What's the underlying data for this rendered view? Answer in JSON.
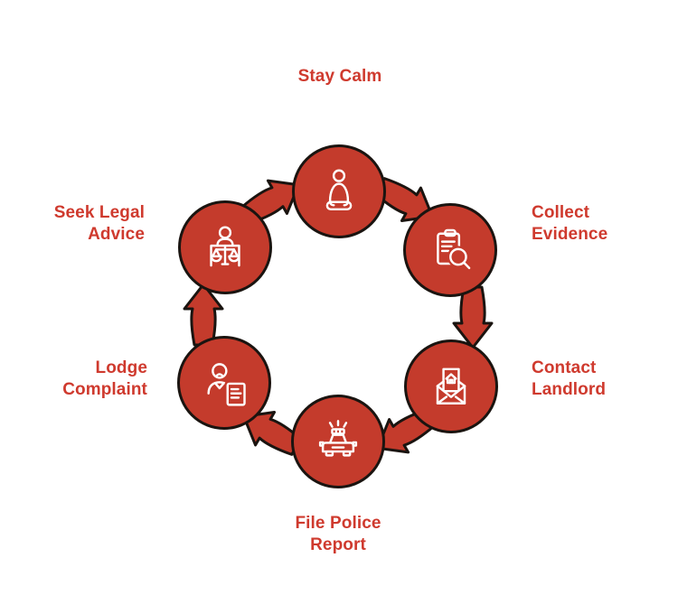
{
  "diagram": {
    "type": "cycle",
    "background": "#ffffff",
    "node_fill": "#c43b2c",
    "node_outline": "#1a1410",
    "arrow_fill": "#c43b2c",
    "label_color": "#cf3a2e",
    "icon_color": "#ffffff",
    "steps": [
      {
        "label": "Stay Calm",
        "icon": "meditation-icon"
      },
      {
        "label": "Collect Evidence",
        "icon": "clipboard-search-icon"
      },
      {
        "label": "Contact Landlord",
        "icon": "envelope-house-icon"
      },
      {
        "label": "File Police Report",
        "icon": "police-car-icon"
      },
      {
        "label": "Lodge Complaint",
        "icon": "person-document-icon"
      },
      {
        "label": "Seek Legal Advice",
        "icon": "person-scales-icon"
      }
    ]
  }
}
